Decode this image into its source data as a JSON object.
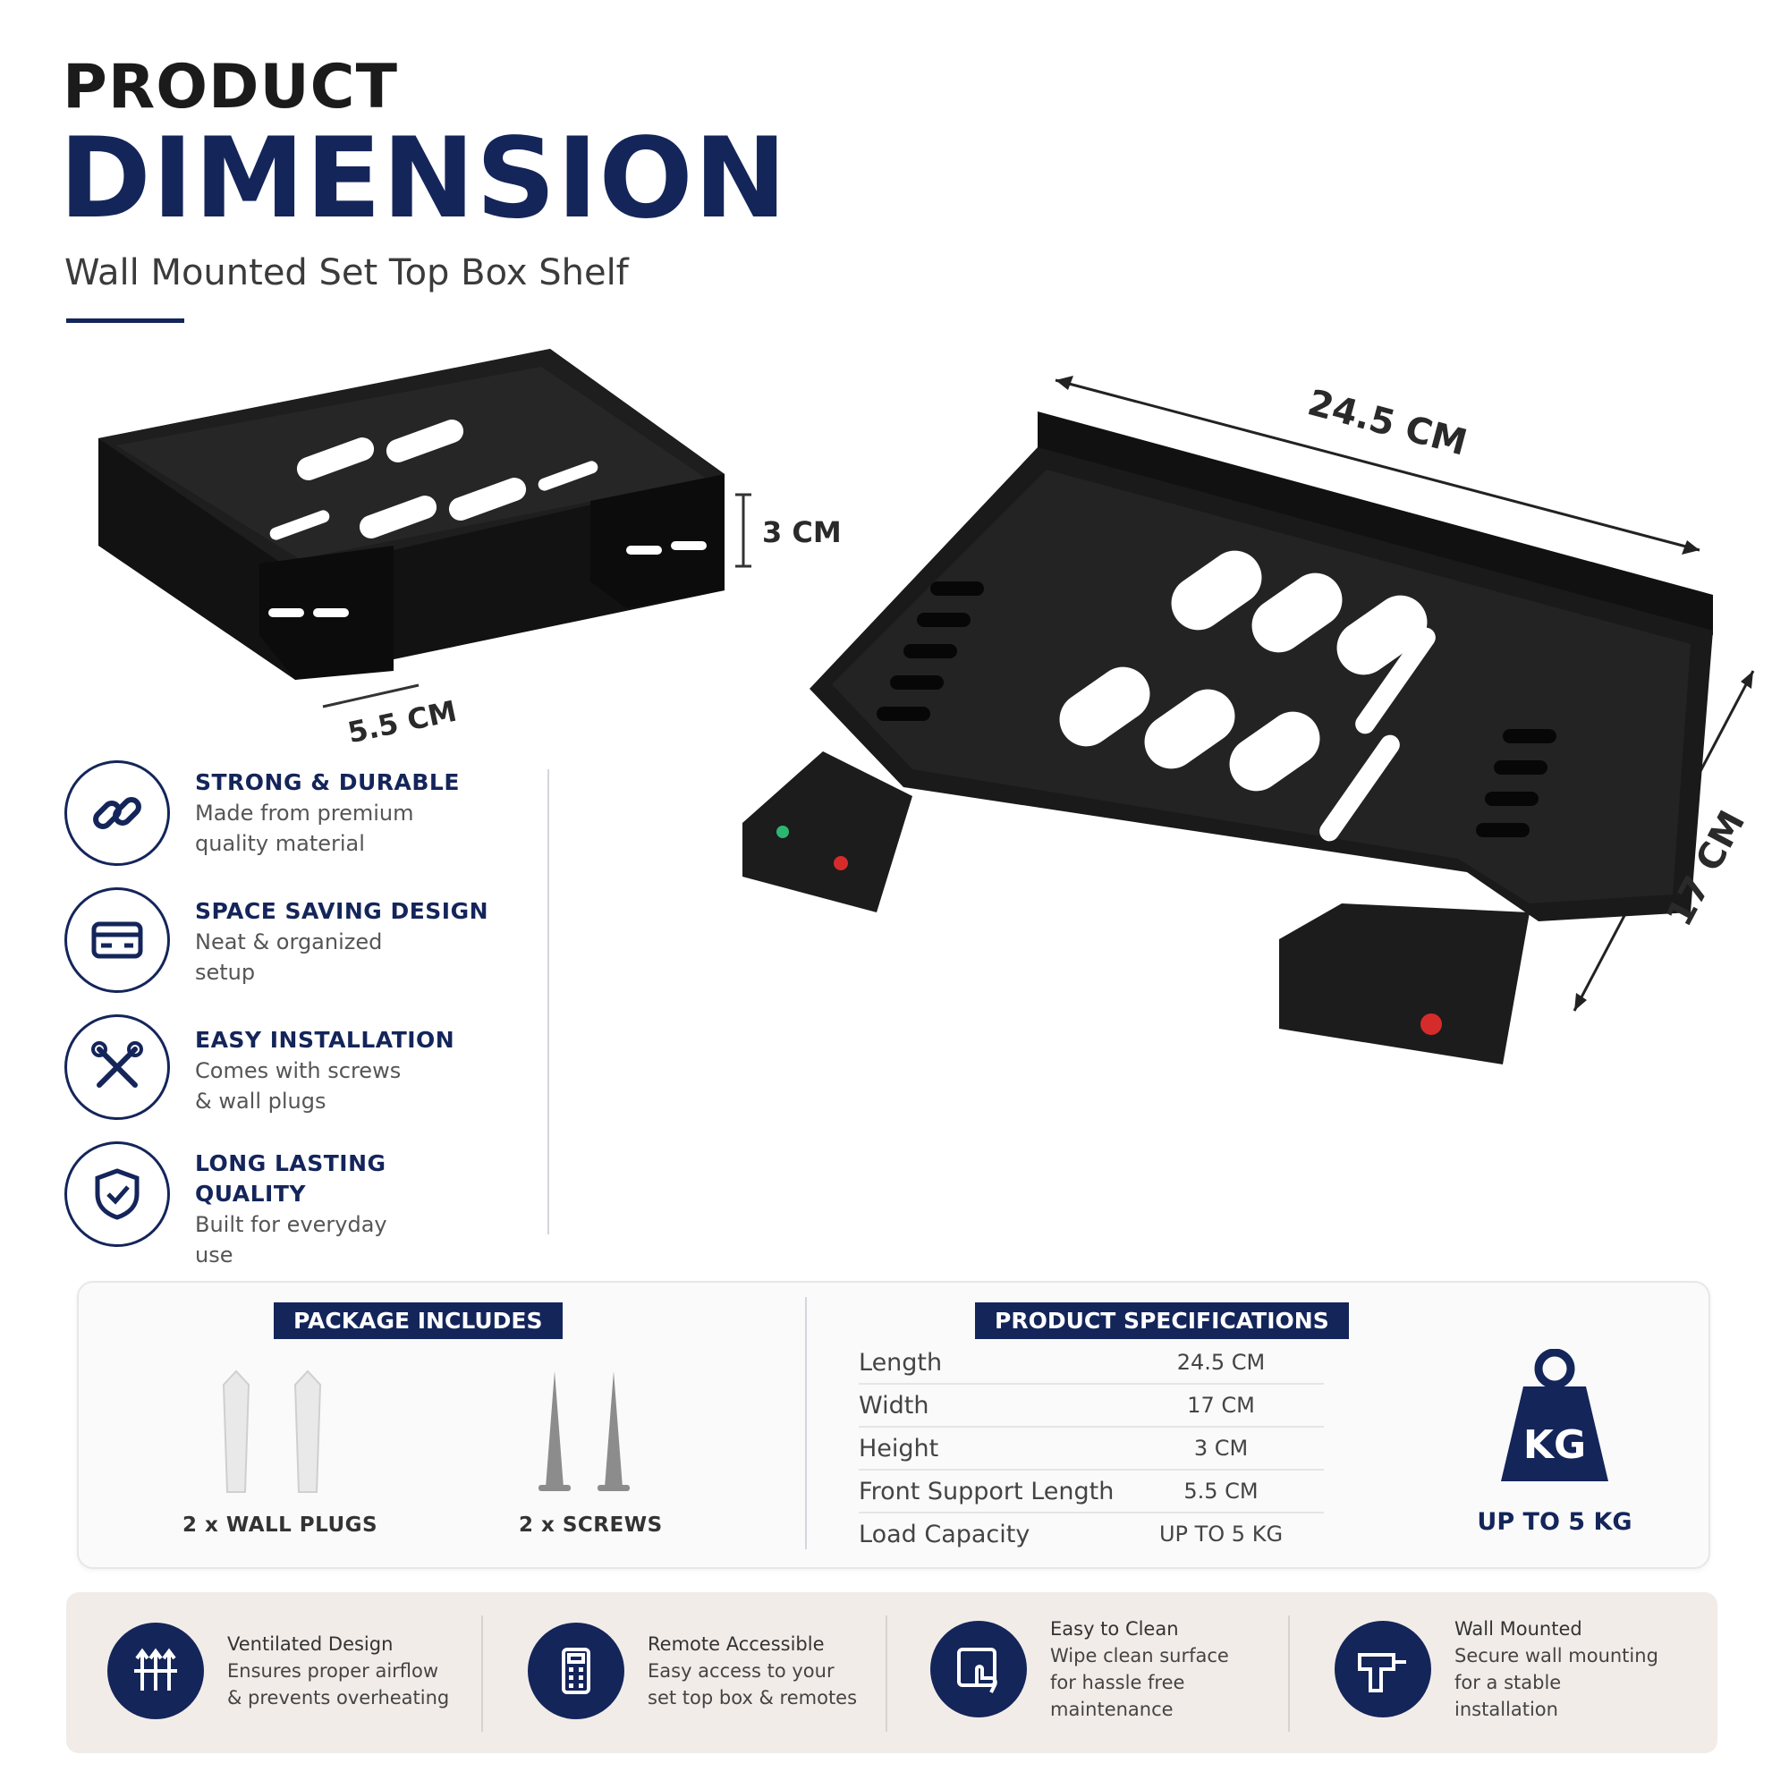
{
  "header": {
    "line1": "PRODUCT",
    "line2": "DIMENSION",
    "subtitle": "Wall Mounted Set Top Box Shelf"
  },
  "dimensions": {
    "height": "3 CM",
    "front_support": "5.5 CM",
    "length": "24.5 CM",
    "width": "17 CM"
  },
  "features": [
    {
      "icon": "link-icon",
      "title": "STRONG & DURABLE",
      "desc1": "Made from premium",
      "desc2": "quality material"
    },
    {
      "icon": "card-icon",
      "title": "SPACE SAVING DESIGN",
      "desc1": "Neat & organized",
      "desc2": "setup"
    },
    {
      "icon": "tools-icon",
      "title": "EASY INSTALLATION",
      "desc1": "Comes with screws",
      "desc2": "& wall plugs"
    },
    {
      "icon": "shield-check-icon",
      "title1": "LONG LASTING",
      "title2": "QUALITY",
      "desc1": "Built for everyday",
      "desc2": "use"
    }
  ],
  "package": {
    "heading": "PACKAGE INCLUDES",
    "items": [
      {
        "label": "2 x WALL PLUGS"
      },
      {
        "label": "2 x SCREWS"
      }
    ]
  },
  "specs": {
    "heading": "PRODUCT SPECIFICATIONS",
    "rows": [
      {
        "name": "Length",
        "value": "24.5 CM"
      },
      {
        "name": "Width",
        "value": "17 CM"
      },
      {
        "name": "Height",
        "value": "3 CM"
      },
      {
        "name": "Front Support Length",
        "value": "5.5 CM"
      },
      {
        "name": "Load Capacity",
        "value": "UP TO 5 KG"
      }
    ]
  },
  "weight": {
    "icon_text": "KG",
    "label": "UP TO 5 KG"
  },
  "bottom_features": [
    {
      "icon": "airflow-icon",
      "title": "Ventilated Design",
      "desc1": "Ensures proper airflow",
      "desc2": "& prevents overheating",
      "desc3": ""
    },
    {
      "icon": "remote-icon",
      "title": "Remote Accessible",
      "desc1": "Easy access to your",
      "desc2": "set top box & remotes",
      "desc3": ""
    },
    {
      "icon": "clean-icon",
      "title": "Easy to Clean",
      "desc1": "Wipe clean surface",
      "desc2": "for hassle free",
      "desc3": "maintenance"
    },
    {
      "icon": "drill-icon",
      "title": "Wall Mounted",
      "desc1": "Secure wall mounting",
      "desc2": "for a stable",
      "desc3": "installation"
    }
  ],
  "colors": {
    "navy": "#14255a",
    "shelf": "#161616",
    "bottom_bar": "#f2ece8"
  }
}
